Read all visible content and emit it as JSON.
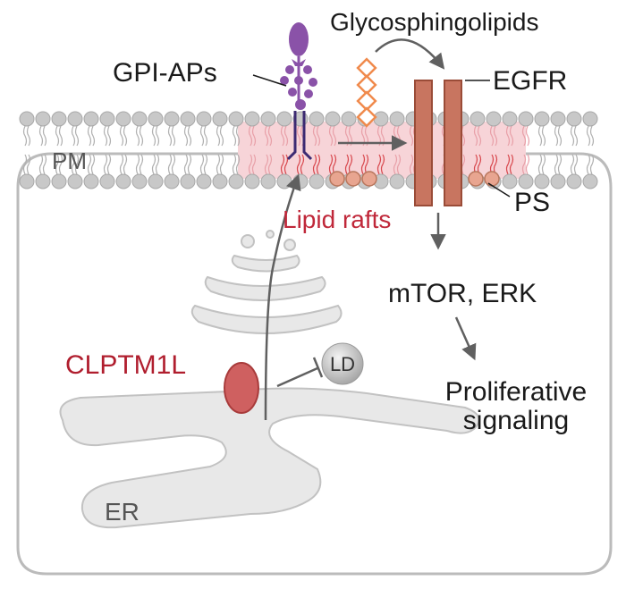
{
  "labels": {
    "gpi_aps": "GPI-APs",
    "glycosphingolipids": "Glycosphingolipids",
    "egfr": "EGFR",
    "pm": "PM",
    "lipid_rafts": "Lipid rafts",
    "ps": "PS",
    "mtor_erk": "mTOR, ERK",
    "proliferative_line1": "Proliferative",
    "proliferative_line2": "signaling",
    "clptm1l": "CLPTM1L",
    "ld": "LD",
    "er": "ER"
  },
  "colors": {
    "membrane_head": "#c8c8c8",
    "membrane_tail": "#b0b0b0",
    "raft_fill": "#f7d4d8",
    "raft_tail": "#d8484e",
    "egfr": "#c87560",
    "egfr_stroke": "#9a4c38",
    "ps_head": "#e8a590",
    "glyco": "#f08a4c",
    "gpi": "#8a52a8",
    "gpi_anchor": "#3c2a72",
    "clptm1l_fill": "#cf6060",
    "clptm1l_text": "#b01e2e",
    "organelle": "#e8e8e8",
    "arrow": "#606060",
    "text": "#1a1a1a"
  }
}
